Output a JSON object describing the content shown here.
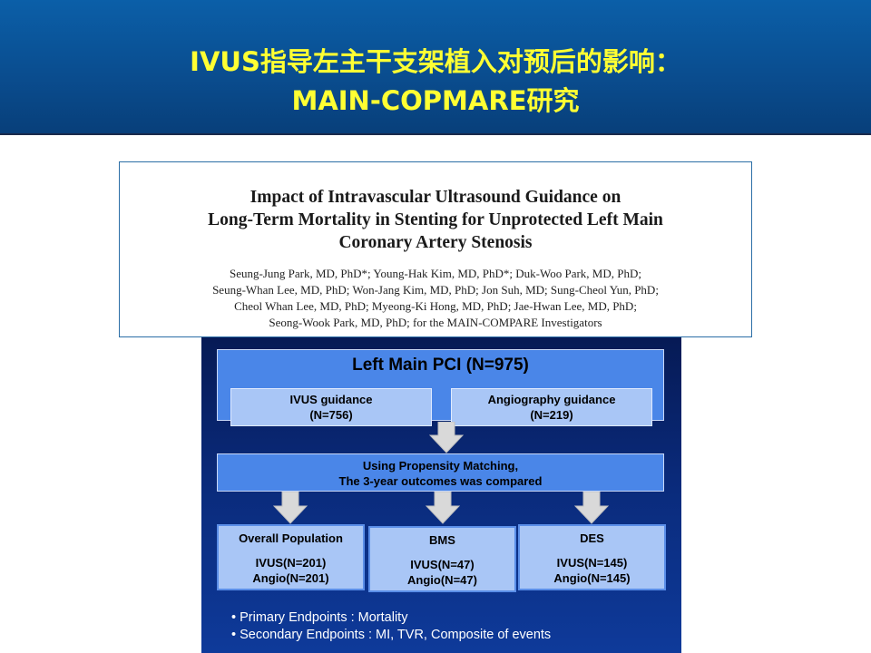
{
  "slide": {
    "title_line1": "IVUS指导左主干支架植入对预后的影响：",
    "title_line2": "MAIN-COPMARE研究"
  },
  "paper": {
    "title_lines": [
      "Impact of Intravascular Ultrasound Guidance on",
      "Long-Term Mortality in Stenting for Unprotected Left Main",
      "Coronary Artery Stenosis"
    ],
    "author_lines": [
      "Seung-Jung Park, MD, PhD*; Young-Hak Kim, MD, PhD*; Duk-Woo Park, MD, PhD;",
      "Seung-Whan Lee, MD, PhD; Won-Jang Kim, MD, PhD; Jon Suh, MD; Sung-Cheol Yun, PhD;",
      "Cheol Whan Lee, MD, PhD; Myeong-Ki Hong, MD, PhD; Jae-Hwan Lee, MD, PhD;",
      "Seong-Wook Park, MD, PhD; for the MAIN-COMPARE Investigators"
    ]
  },
  "flowchart": {
    "left_main": {
      "title": "Left Main PCI (N=975)",
      "ivus": {
        "label": "IVUS guidance",
        "n": "(N=756)"
      },
      "angio": {
        "label": "Angiography guidance",
        "n": "(N=219)"
      }
    },
    "propensity": {
      "line1": "Using Propensity Matching,",
      "line2": "The 3-year outcomes was compared"
    },
    "groups": [
      {
        "title": "Overall Population",
        "ivus": "IVUS(N=201)",
        "angio": "Angio(N=201)"
      },
      {
        "title": "BMS",
        "ivus": "IVUS(N=47)",
        "angio": "Angio(N=47)"
      },
      {
        "title": "DES",
        "ivus": "IVUS(N=145)",
        "angio": "Angio(N=145)"
      }
    ],
    "endpoints": [
      "• Primary Endpoints : Mortality",
      "• Secondary  Endpoints : MI, TVR, Composite of events"
    ]
  },
  "colors": {
    "title_bar": "#0a4f92",
    "title_text": "#ffff33",
    "box_dark": "#4a86e8",
    "box_light": "#a9c6f6",
    "flow_bg": "#0a2a7a"
  }
}
